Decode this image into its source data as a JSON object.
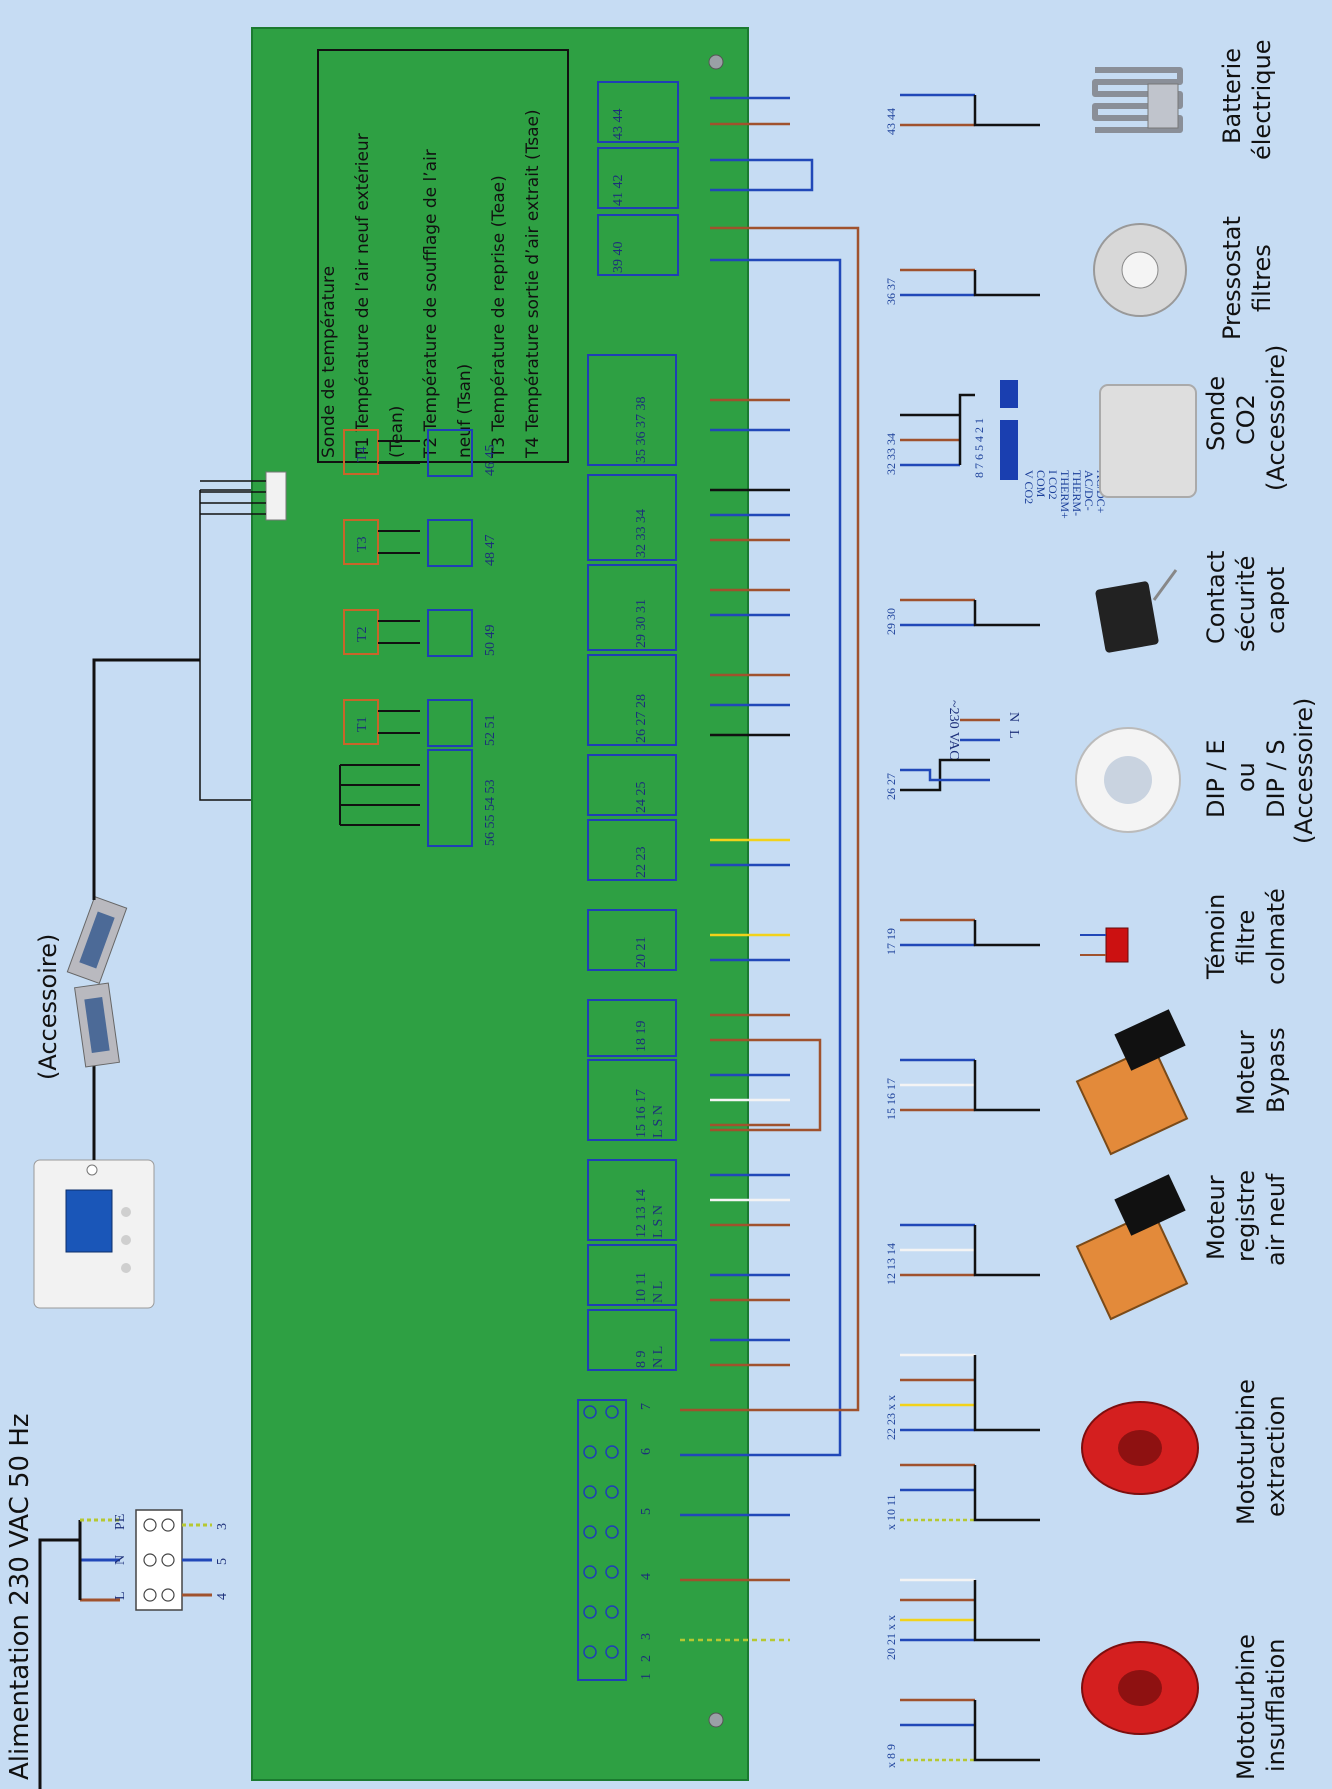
{
  "top_labels": {
    "power": "Alimentation 230 VAC 50 Hz",
    "accessory": "(Accessoire)"
  },
  "legend": [
    "Sonde de température",
    "T1 Température de l’air neuf extérieur",
    "(Tean)",
    "T2 Température de soufflage de l’air",
    "neuf (Tsan)",
    "T3 Température de reprise (Teae)",
    "T4 Température sortie d’air extrait (Tsae)"
  ],
  "sensor_tags": [
    "T1",
    "T2",
    "T3",
    "T4"
  ],
  "power_terminal_labels": [
    "PE",
    "N",
    "L"
  ],
  "power_wire_numbers": [
    "3",
    "5",
    "4"
  ],
  "terminal_block_numbers": [
    "1",
    "2",
    "3",
    "4",
    "5",
    "6",
    "7"
  ],
  "terminal_groups": [
    {
      "numbers": "8 9",
      "marks": "N L"
    },
    {
      "numbers": "10 11",
      "marks": "N L"
    },
    {
      "numbers": "12 13 14",
      "marks": "L S N"
    },
    {
      "numbers": "15 16 17",
      "marks": "L S N"
    },
    {
      "numbers": "18 19",
      "marks": ""
    },
    {
      "numbers": "20 21",
      "marks": ""
    },
    {
      "numbers": "22 23",
      "marks": ""
    },
    {
      "numbers": "24 25",
      "marks": ""
    },
    {
      "numbers": "26 27 28",
      "marks": ""
    },
    {
      "numbers": "29 30 31",
      "marks": ""
    },
    {
      "numbers": "32 33 34",
      "marks": ""
    },
    {
      "numbers": "35 36 37 38",
      "marks": ""
    },
    {
      "numbers": "39 40",
      "marks": ""
    },
    {
      "numbers": "41 42",
      "marks": ""
    },
    {
      "numbers": "43 44",
      "marks": ""
    },
    {
      "numbers": "56 55 54 53",
      "marks": ""
    },
    {
      "numbers": "52 51",
      "marks": ""
    },
    {
      "numbers": "50 49",
      "marks": ""
    },
    {
      "numbers": "48 47",
      "marks": ""
    },
    {
      "numbers": "46 45",
      "marks": ""
    }
  ],
  "components": [
    {
      "lines": [
        "Mototurbine",
        "insufflation"
      ],
      "wires1": "x 8 9",
      "wires2": "20 21 x x"
    },
    {
      "lines": [
        "Mototurbine",
        "extraction"
      ],
      "wires1": "x 10 11",
      "wires2": "22 23 x x"
    },
    {
      "lines": [
        "Moteur",
        "registre",
        "air neuf"
      ],
      "wires1": "12 13 14",
      "wires2": ""
    },
    {
      "lines": [
        "Moteur",
        "Bypass"
      ],
      "wires1": "15 16 17",
      "wires2": ""
    },
    {
      "lines": [
        "Témoin",
        "filtre",
        "colmaté"
      ],
      "wires1": "17 19",
      "wires2": ""
    },
    {
      "lines": [
        "DIP / E",
        "ou",
        "DIP / S",
        "(Accessoire)"
      ],
      "wires1": "26 27",
      "wires2": ""
    },
    {
      "lines": [
        "Contact",
        "sécurité",
        "capot"
      ],
      "wires1": "29 30",
      "wires2": ""
    },
    {
      "lines": [
        "Sonde",
        "CO2",
        "(Accessoire)"
      ],
      "wires1": "32 33 34",
      "wires2": ""
    },
    {
      "lines": [
        "Pressostat",
        "filtres"
      ],
      "wires1": "36 37",
      "wires2": ""
    },
    {
      "lines": [
        "Batterie",
        "électrique"
      ],
      "wires1": "43 44",
      "wires2": ""
    }
  ],
  "dip_text": {
    "vac": "~230 VAC",
    "n": "N",
    "l": "L"
  },
  "co2_text": [
    "V CO2",
    "COM",
    "I CO2",
    "THERM+",
    "THERM-",
    "AC/DC-",
    "AC/DC+"
  ],
  "co2_pins": "8 7 6 5 4 2 1",
  "colors": {
    "background": "#c6dcf3",
    "board": "#2ea043",
    "terminal": "#1f3fb5",
    "wire_blue": "#2148b8",
    "wire_brown": "#a0522d",
    "wire_black": "#111111",
    "wire_yellow": "#f2d21a",
    "wire_white": "#f4f4f4",
    "wire_green_yellow": "#b6c832",
    "sensor_tag": "#c8652a",
    "fan_red": "#d41f1f",
    "actuator_orange": "#e38a3a"
  }
}
